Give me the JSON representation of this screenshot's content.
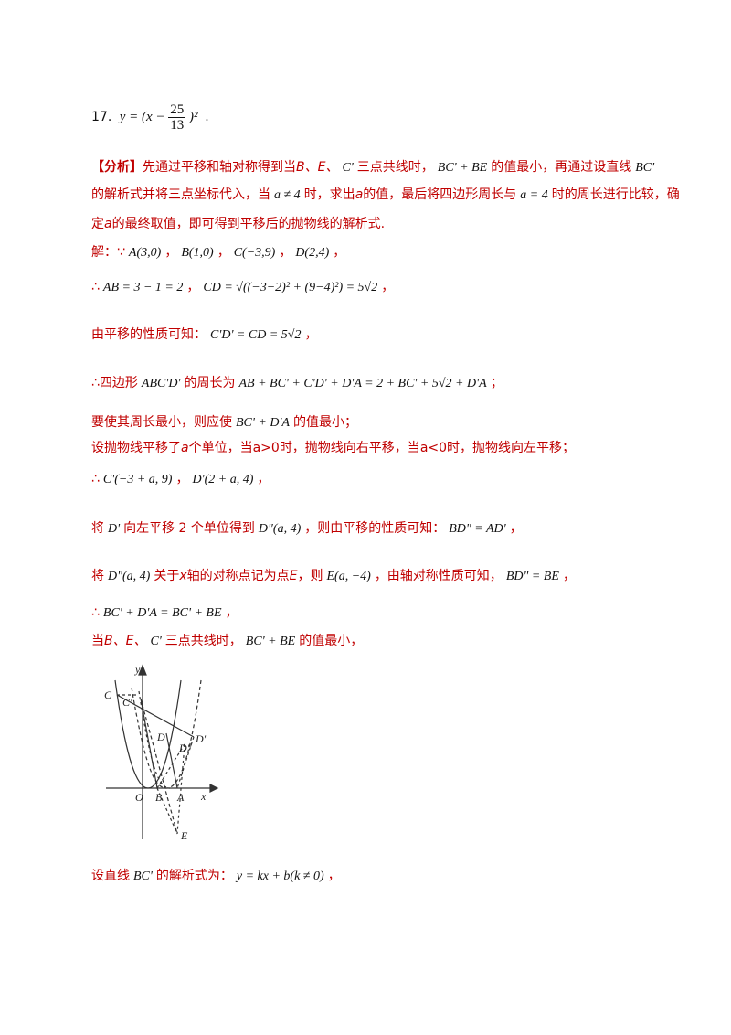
{
  "problem": {
    "number": "17.",
    "answer_lhs": "y = (x −",
    "answer_num": "25",
    "answer_den": "13",
    "answer_tail": ")²",
    "answer_end": "."
  },
  "analysis": {
    "tag": "【分析】",
    "p1a": "先通过平移和轴对称得到当",
    "p1b": "B、E、",
    "p1c": "C'",
    "p1d": "三点共线时，",
    "p1e": "BC' + BE",
    "p1f": "的值最小，再通过设直线",
    "p1g": "BC'",
    "p2a": "的解析式并将三点坐标代入，当",
    "p2b": "a ≠ 4",
    "p2c": "时，求出",
    "p2d": "a",
    "p2e": "的值，最后将四边形周长与",
    "p2f": "a = 4",
    "p2g": "时的周长进行比较，确",
    "p3a": "定",
    "p3b": "a",
    "p3c": "的最终取值，即可得到平移后的抛物线的解析式."
  },
  "solution": {
    "l1a": "解：∵",
    "l1b": "A(3,0)",
    "l1c": "，",
    "l1d": "B(1,0)",
    "l1e": "，",
    "l1f": "C(−3,9)",
    "l1g": "，",
    "l1h": "D(2,4)",
    "l1i": "，",
    "l2a": "∴",
    "l2b": "AB = 3 − 1 = 2",
    "l2c": "，",
    "l2d": "CD = √((−3−2)² + (9−4)²) = 5√2",
    "l2e": "，",
    "l3a": "由平移的性质可知：",
    "l3b": "C'D' = CD = 5√2",
    "l3c": "，",
    "l4a": "∴四边形",
    "l4b": "ABC'D'",
    "l4c": "的周长为",
    "l4d": "AB + BC' + C'D' + D'A = 2 + BC' + 5√2 + D'A",
    "l4e": "；",
    "l5a": "要使其周长最小，则应使",
    "l5b": "BC' + D'A",
    "l5c": "的值最小；",
    "l6a": "设抛物线平移了",
    "l6b": "a",
    "l6c": "个单位，当",
    "l6d": "a>0",
    "l6e": "时，抛物线向右平移，当",
    "l6f": "a<0",
    "l6g": "时，抛物线向左平移；",
    "l7a": "∴",
    "l7b": "C'(−3 + a, 9)",
    "l7c": "，",
    "l7d": "D'(2 + a, 4)",
    "l7e": "，",
    "l8a": "将",
    "l8b": "D'",
    "l8c": "向左平移 2 个单位得到",
    "l8d": "D\"(a, 4)",
    "l8e": "，则由平移的性质可知：",
    "l8f": "BD\" = AD'",
    "l8g": "，",
    "l9a": "将",
    "l9b": "D\"(a, 4)",
    "l9c": "关于",
    "l9d": "x",
    "l9e": "轴的对称点记为点",
    "l9f": "E",
    "l9g": "，则",
    "l9h": "E(a, −4)",
    "l9i": "，由轴对称性质可知，",
    "l9j": "BD\" = BE",
    "l9k": "，",
    "l10a": "∴",
    "l10b": "BC' + D'A = BC' + BE",
    "l10c": "，",
    "l11a": "当",
    "l11b": "B、E、",
    "l11c": "C'",
    "l11d": "三点共线时，",
    "l11e": "BC' + BE",
    "l11f": "的值最小，",
    "l12a": "设直线",
    "l12b": "BC'",
    "l12c": "的解析式为：",
    "l12d": "y = kx + b(k ≠ 0)",
    "l12e": "，"
  },
  "figure": {
    "y_label": "y",
    "x_label": "x",
    "o_label": "O",
    "c_label": "C",
    "c1_label": "C'",
    "d_label": "D",
    "d1_label": "D'",
    "d2_label": "D\"",
    "b_label": "B",
    "a_label": "A",
    "e_label": "E"
  }
}
